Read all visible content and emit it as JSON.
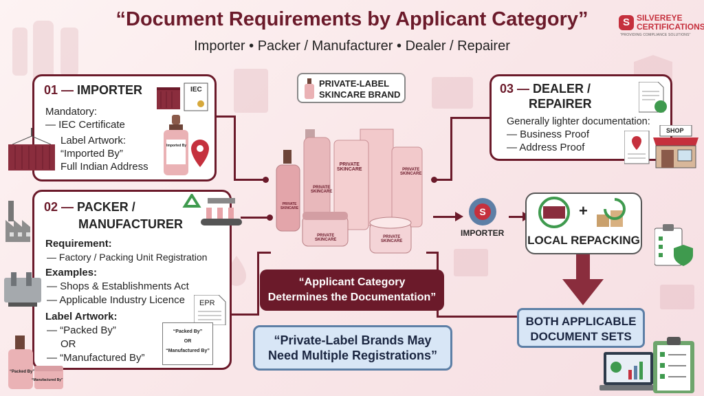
{
  "header": {
    "title": "“Document Requirements by Applicant Category”",
    "subtitle": "Importer • Packer / Manufacturer • Dealer / Repairer"
  },
  "logo": {
    "mark": "S",
    "name_line1": "SILVEREYE",
    "name_line2": "CERTIFICATIONS",
    "tagline": "“PROVIDING COMPLIANCE SOLUTIONS”"
  },
  "center_label": {
    "line1": "PRIVATE-LABEL",
    "line2": "SKINCARE BRAND"
  },
  "products": {
    "label_line1": "PRIVATE",
    "label_line2": "SKINCARE"
  },
  "importer_card": {
    "number": "01 —",
    "title": "IMPORTER",
    "mandatory": "Mandatory:",
    "items": [
      "— IEC Certificate",
      "Label Artwork:",
      "“Imported By”",
      "Full Indian Address"
    ],
    "iec_tag": "IEC",
    "bottle_label": "Imported By"
  },
  "packer_card": {
    "number": "02 —",
    "title_line1": "PACKER /",
    "title_line2": "MANUFACTURER",
    "requirement_heading": "Requirement:",
    "requirement_item": "— Factory / Packing Unit Registration",
    "examples_heading": "Examples:",
    "examples": [
      "— Shops & Establishments Act",
      "— Applicable Industry Licence"
    ],
    "label_heading": "Label Artwork:",
    "label_items": [
      "— “Packed By”",
      "OR",
      "— “Manufactured By”"
    ],
    "epr_tag": "EPR",
    "doc_text": [
      "“Packed By”",
      "OR",
      "“Manufactured By”"
    ],
    "bottle_label_1": "“Packed By”",
    "bottle_label_2": "“Manufactured By”"
  },
  "dealer_card": {
    "number": "03 —",
    "title_line1": "DEALER /",
    "title_line2": "REPAIRER",
    "intro": "Generally lighter documentation:",
    "items": [
      "— Business Proof",
      "— Address Proof"
    ],
    "shop_sign": "SHOP"
  },
  "flow": {
    "importer_label": "IMPORTER",
    "repacking_label": "LOCAL REPACKING",
    "plus": "+",
    "result_line1": "BOTH APPLICABLE",
    "result_line2": "DOCUMENT SETS"
  },
  "banners": {
    "maroon_line1": "“Applicant Category",
    "maroon_line2": "Determines the Documentation”",
    "blue_line1": "“Private-Label Brands May",
    "blue_line2": "Need Multiple Registrations”"
  },
  "colors": {
    "maroon": "#6b1a2a",
    "blue_border": "#5d7fa6",
    "blue_fill": "#d8e6f6",
    "logo_red": "#c5303d",
    "green": "#3f9a4e",
    "pink": "#e7a3a8"
  }
}
